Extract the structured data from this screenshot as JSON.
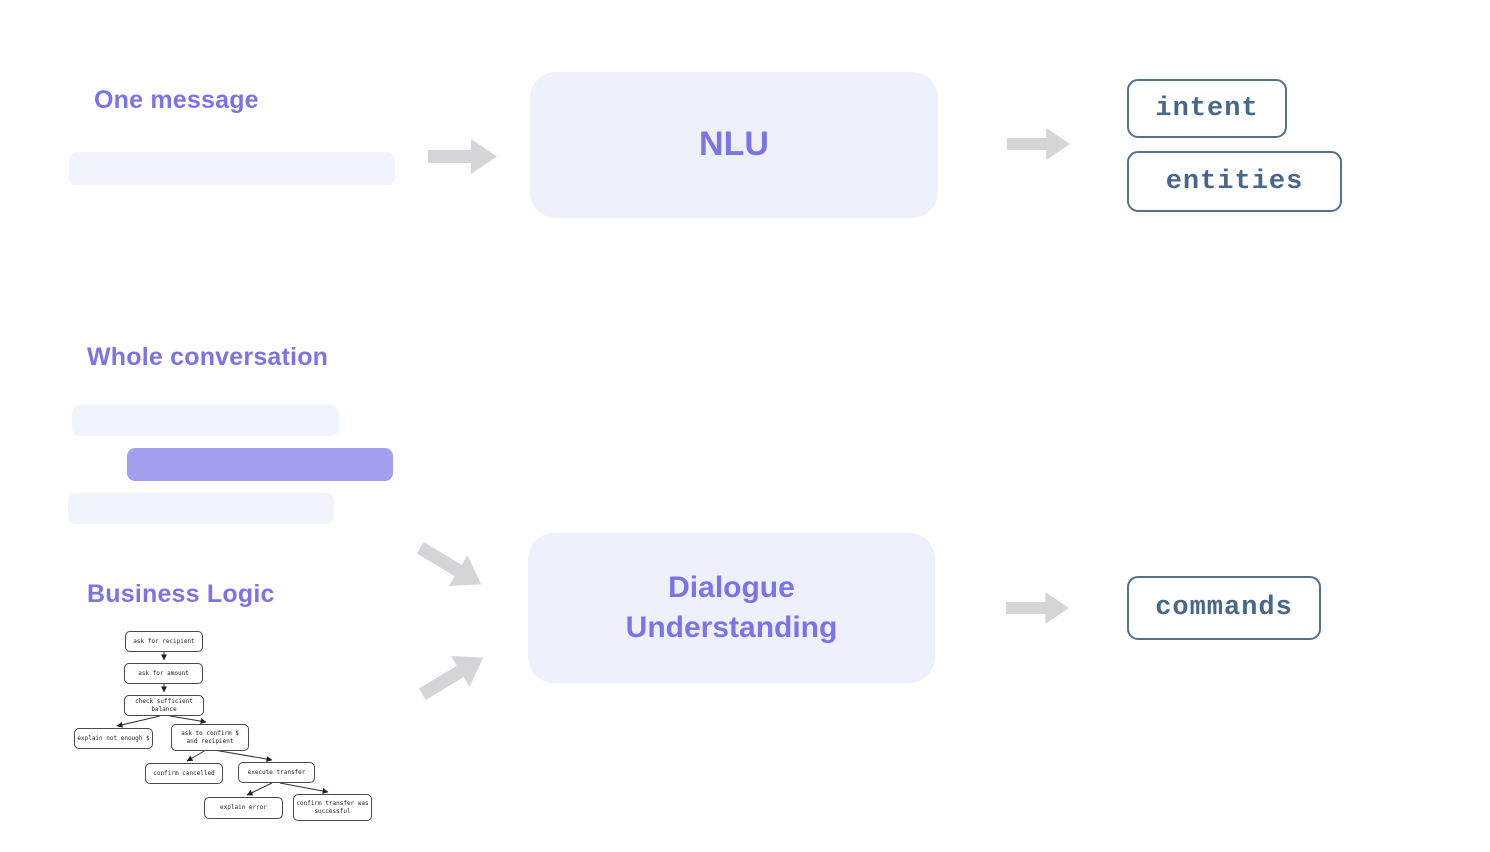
{
  "colors": {
    "accent_purple": "#7b74e9",
    "process_box_fill": "#eef0fb",
    "bubble_light": "#f1f3fd",
    "bubble_purple": "#a4a0f0",
    "arrow_gray": "#d5d5d8",
    "output_text": "#47688a",
    "output_border": "#53718f"
  },
  "nlu_flow": {
    "heading": "One message",
    "process_label": "NLU",
    "outputs": [
      {
        "label": "intent"
      },
      {
        "label": "entities"
      }
    ]
  },
  "du_flow": {
    "conversation_heading": "Whole conversation",
    "logic_heading": "Business Logic",
    "process_label": "Dialogue\nUnderstanding",
    "outputs": [
      {
        "label": "commands"
      }
    ]
  },
  "flowchart": {
    "nodes": [
      {
        "label": "ask for recipient"
      },
      {
        "label": "ask for amount"
      },
      {
        "label": "check sufficient balance"
      },
      {
        "label": "explain not enough $"
      },
      {
        "label": "ask to confirm $ and recipient"
      },
      {
        "label": "confirm cancelled"
      },
      {
        "label": "execute transfer"
      },
      {
        "label": "explain error"
      },
      {
        "label": "confirm transfer was successful"
      }
    ]
  }
}
